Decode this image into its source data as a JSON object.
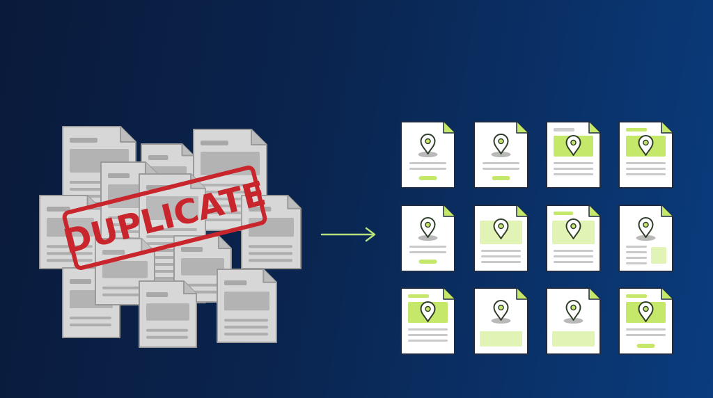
{
  "stamp": {
    "text": "DUPLICATE"
  },
  "colors": {
    "background_start": "#0a1a3a",
    "background_end": "#0a3c7e",
    "stamp_red": "#c8262c",
    "accent_green": "#c6e86a",
    "arrow_green": "#b5e07a",
    "page_grey": "#d7d7d7"
  },
  "unique_pages": [
    {
      "variant": "pin-button"
    },
    {
      "variant": "pin-button"
    },
    {
      "variant": "banner-pin"
    },
    {
      "variant": "banner-pin"
    },
    {
      "variant": "pin-button"
    },
    {
      "variant": "block-pin"
    },
    {
      "variant": "block-pin"
    },
    {
      "variant": "pin-side-box"
    },
    {
      "variant": "banner-pin"
    },
    {
      "variant": "pin-footer-block"
    },
    {
      "variant": "pin-footer-block"
    },
    {
      "variant": "banner-pin-button"
    }
  ]
}
